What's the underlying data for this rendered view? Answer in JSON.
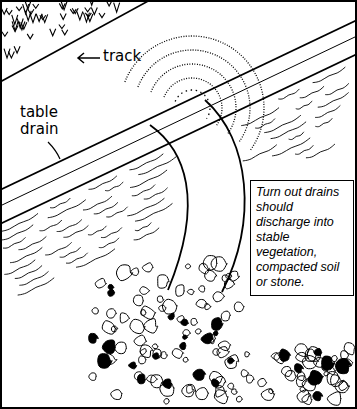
{
  "diagram": {
    "nodes": [
      {
        "text": [
          "Turn out drains should discharge into stable vegetation, compacted soil or stone."
        ]
      }
    ],
    "labels": [
      "track",
      "table drain"
    ]
  }
}
